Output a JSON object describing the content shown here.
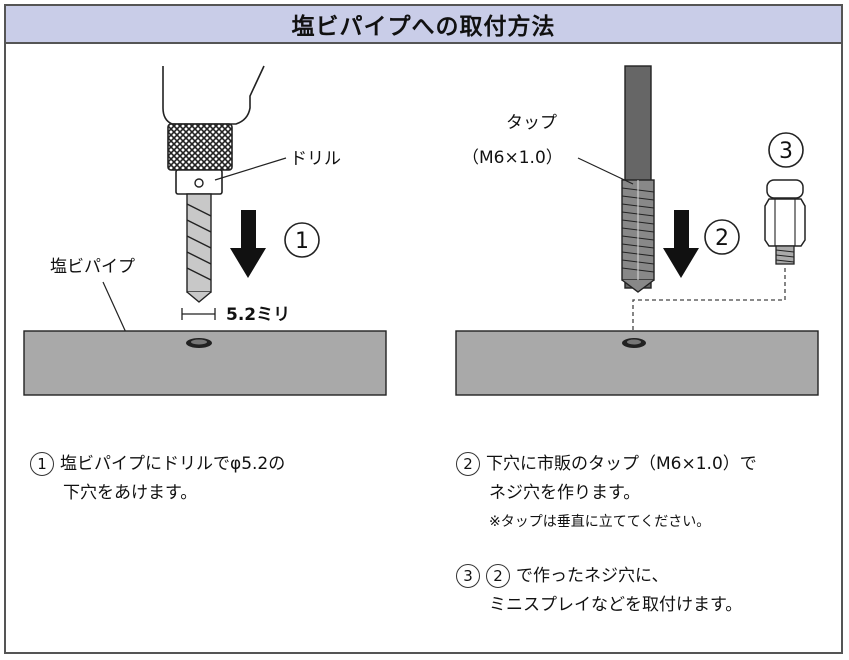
{
  "title": "塩ビパイプへの取付方法",
  "labels": {
    "drill": "ドリル",
    "pipe": "塩ビパイプ",
    "dimension": "5.2ミリ",
    "tap_name": "タップ",
    "tap_spec": "（M6×1.0）",
    "step1": "1",
    "step2": "2",
    "step3": "3"
  },
  "instructions": {
    "s1_num": "1",
    "s1_line1": "塩ビパイプにドリルでφ5.2の",
    "s1_line2": "下穴をあけます。",
    "s2_num": "2",
    "s2_line1": "下穴に市販のタップ（M6×1.0）で",
    "s2_line2": "ネジ穴を作ります。",
    "s2_note": "※タップは垂直に立ててください。",
    "s3_num": "3",
    "s3_ref": "2",
    "s3_line1": "で作ったネジ穴に、",
    "s3_line2": "ミニスプレイなどを取付けます。"
  },
  "colors": {
    "header_bg": "#c9cde8",
    "pipe": "#a9a9a9",
    "frame": "#555555"
  }
}
